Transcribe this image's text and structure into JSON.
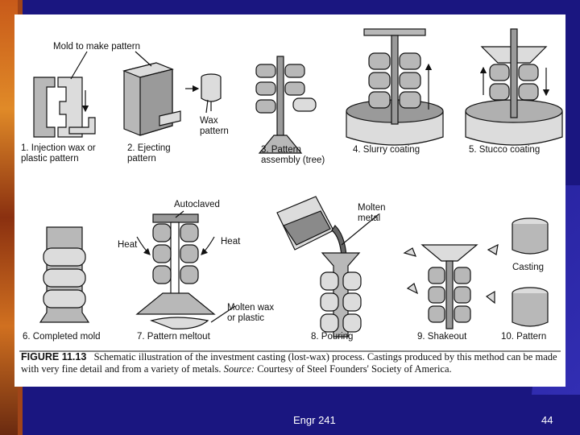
{
  "slide": {
    "footer_center": "Engr 241",
    "page_number": "44"
  },
  "figure": {
    "labels": {
      "mold_to_make_pattern": "Mold to make pattern",
      "wax_pattern": "Wax\npattern",
      "autoclaved": "Autoclaved",
      "heat_left": "Heat",
      "heat_right": "Heat",
      "molten_metal": "Molten\nmetal",
      "molten_wax": "Molten wax\nor plastic",
      "casting": "Casting"
    },
    "steps": [
      "1. Injection wax or\nplastic pattern",
      "2. Ejecting\npattern",
      "3. Pattern\nassembly (tree)",
      "4. Slurry coating",
      "5. Stucco coating",
      "6. Completed mold",
      "7. Pattern meltout",
      "8. Pouring",
      "9. Shakeout",
      "10. Pattern"
    ],
    "caption_label": "FIGURE 11.13",
    "caption_text": "Schematic illustration of the investment casting (lost-wax) process. Castings produced by this method can be made with very fine detail and from a variety of metals.",
    "caption_source_label": "Source:",
    "caption_source_text": "Courtesy of Steel Founders' Society of America."
  },
  "colors": {
    "slide_background": "#1a1680",
    "figure_background": "#ffffff",
    "fill_gray": "#b8b8b8",
    "fill_light": "#dcdcdc"
  }
}
